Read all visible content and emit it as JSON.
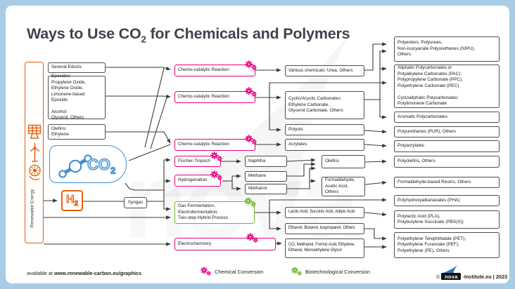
{
  "title": {
    "pre": "Ways to Use CO",
    "sub": "2",
    "post": " for Chemicals and Polymers"
  },
  "renewable": {
    "label": "Renewable Energy"
  },
  "watermark": "nova",
  "educts": {
    "several": "Several Educts",
    "epoxides": [
      "Epoxides:",
      "Propylene Oxide,",
      "Ethylene Oxide,",
      "Limonene-based Epoxide",
      "",
      "Alcohol:",
      "Glycerol, Others"
    ],
    "olefins": [
      "Olefins:",
      "Ethylene"
    ]
  },
  "sources": {
    "co2": "CO",
    "co2_sub": "2",
    "h2": "H",
    "h2_sub": "2",
    "syngas": "Syngas"
  },
  "reactions": {
    "chemo1": "Chemo-catalytic Reaction",
    "chemo2": "Chemo-catalytic Reaction",
    "chemo3": "Chemo-catalytic Reaction",
    "fischer": "Fischer-Tropsch",
    "hydrogenation": "Hydrogenation",
    "gas_fermentation": [
      "Gas Fermentation,",
      "Electrofermentation,",
      "Two-step Hybrid Process"
    ],
    "electrochemistry": "Electrochemistry"
  },
  "intermediates": {
    "naphtha": "Naphtha",
    "methane": "Methane",
    "methanol": "Methanol"
  },
  "chemicals": {
    "various": "Various chemicals: Urea, Others",
    "carbonates": [
      "Cyclic/Acyclic Carbonates:",
      "Ethylene Carbonate,",
      "Glycerol Carbonate, Others"
    ],
    "polyols": "Polyols",
    "acrylates": "Acrylates",
    "olefins": "Olefins",
    "formaldehyde": [
      "Formaldehyde,",
      "Acetic Acid, Others"
    ],
    "acids": "Lactic Acid, Succinic Acid, Adipic Acid",
    "alcohols": "Ethanol, Butanol, Isopropanol, Others",
    "co_products": [
      "CO, Methanol, Formic Acid, Ethylene,",
      "Ethanol, Monoethylene Glycol"
    ]
  },
  "polymers": {
    "polyesters": [
      "Polyesters, Polyureas,",
      "Non-isocyanate Polyurethanes (NIPU),",
      "Others"
    ],
    "aliphatic_pc": [
      "Aliphatic Polycarbonates or",
      "Polyalkylene Carbonates (PAC):",
      "Polypropylene Carbonate (PPC),",
      "Polyethylene Carbonate (PEC)",
      "",
      "Cycloaliphatic Polycarbonates:",
      "Polylimonene Carbonate"
    ],
    "aromatic_pc": "Aromatic Polycarbonates",
    "pur": "Polyurethanes (PUR), Others",
    "polyacrylates": "Polyacrylates",
    "polyolefins": "Polyolefins, Others",
    "resins": "Formaldehyde-based Resins, Others",
    "pha": "Polyhydroxyalkanaoates (PHA)",
    "pla": [
      "Polylactic Acid (PLA),",
      "Polybutylene Succinate (PBS(X))"
    ],
    "pet": [
      "Polyethylene Terephthalate (PET),",
      "Polyethylene Furanoate (PEF),",
      "Polyethylene (PE), Others"
    ]
  },
  "footer": {
    "available_prefix": "available at",
    "available_url": "www.renewable-carbon.eu/graphics",
    "chemical_legend": "Chemical Conversion",
    "biotech_legend": "Biotechnological Conversion",
    "copyright": "©",
    "nova": "nova",
    "institute_suffix": "-Institute.eu | 2023"
  },
  "colors": {
    "frame": "#A8CCE5",
    "pink": "#E6007E",
    "green": "#6FB52C",
    "orange": "#E2610F",
    "blue": "#3F8FD2",
    "line": "#3A3A3A"
  },
  "icons": {
    "bar": [
      "solar-panel-icon",
      "wind-turbine-icon",
      "bioenergy-icon"
    ],
    "co2": "molecule-icon",
    "reaction_badge": "gears-icon",
    "brand": "nova-logo"
  }
}
